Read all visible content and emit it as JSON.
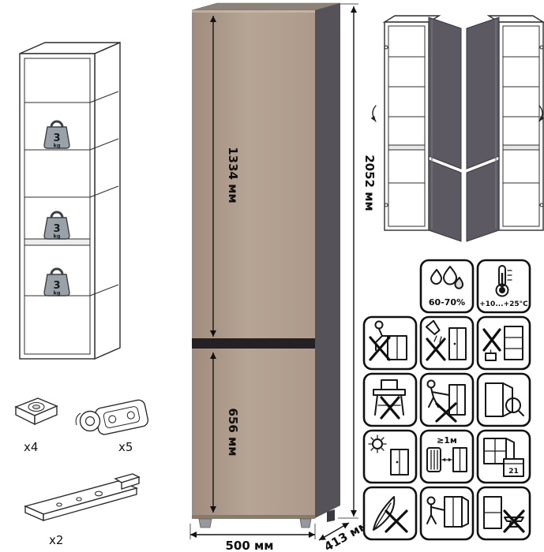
{
  "dimensions": {
    "upper_door_height": "1334 мм",
    "lower_door_height": "656 мм",
    "total_height": "2052 мм",
    "width": "500 мм",
    "depth": "413 мм"
  },
  "shelf_load": {
    "value": "3",
    "unit": "kg"
  },
  "hardware": {
    "foot": {
      "label": "x4"
    },
    "hinge": {
      "label": "x5"
    },
    "rail": {
      "label": "x2"
    }
  },
  "care": {
    "humidity": "60-70%",
    "temperature": "+10...+25°C",
    "heater_distance": "≥1м",
    "calendar_day": "21",
    "pictograms": [
      "humidity",
      "temperature",
      "no-sitting",
      "no-liquids",
      "no-solvents",
      "no-standing",
      "no-dragging",
      "inspect-door",
      "avoid-sunlight",
      "heater-distance",
      "ventilation-calendar",
      "no-feather-duster",
      "assembly",
      "no-heavy-impact"
    ]
  },
  "colors": {
    "front": "#b6a494",
    "front_dark": "#9f8c7c",
    "front_light": "#ad9a8a",
    "side": "#55525a",
    "top": "#8d8277",
    "gap": "#242126",
    "door_open": "#5c5963"
  }
}
